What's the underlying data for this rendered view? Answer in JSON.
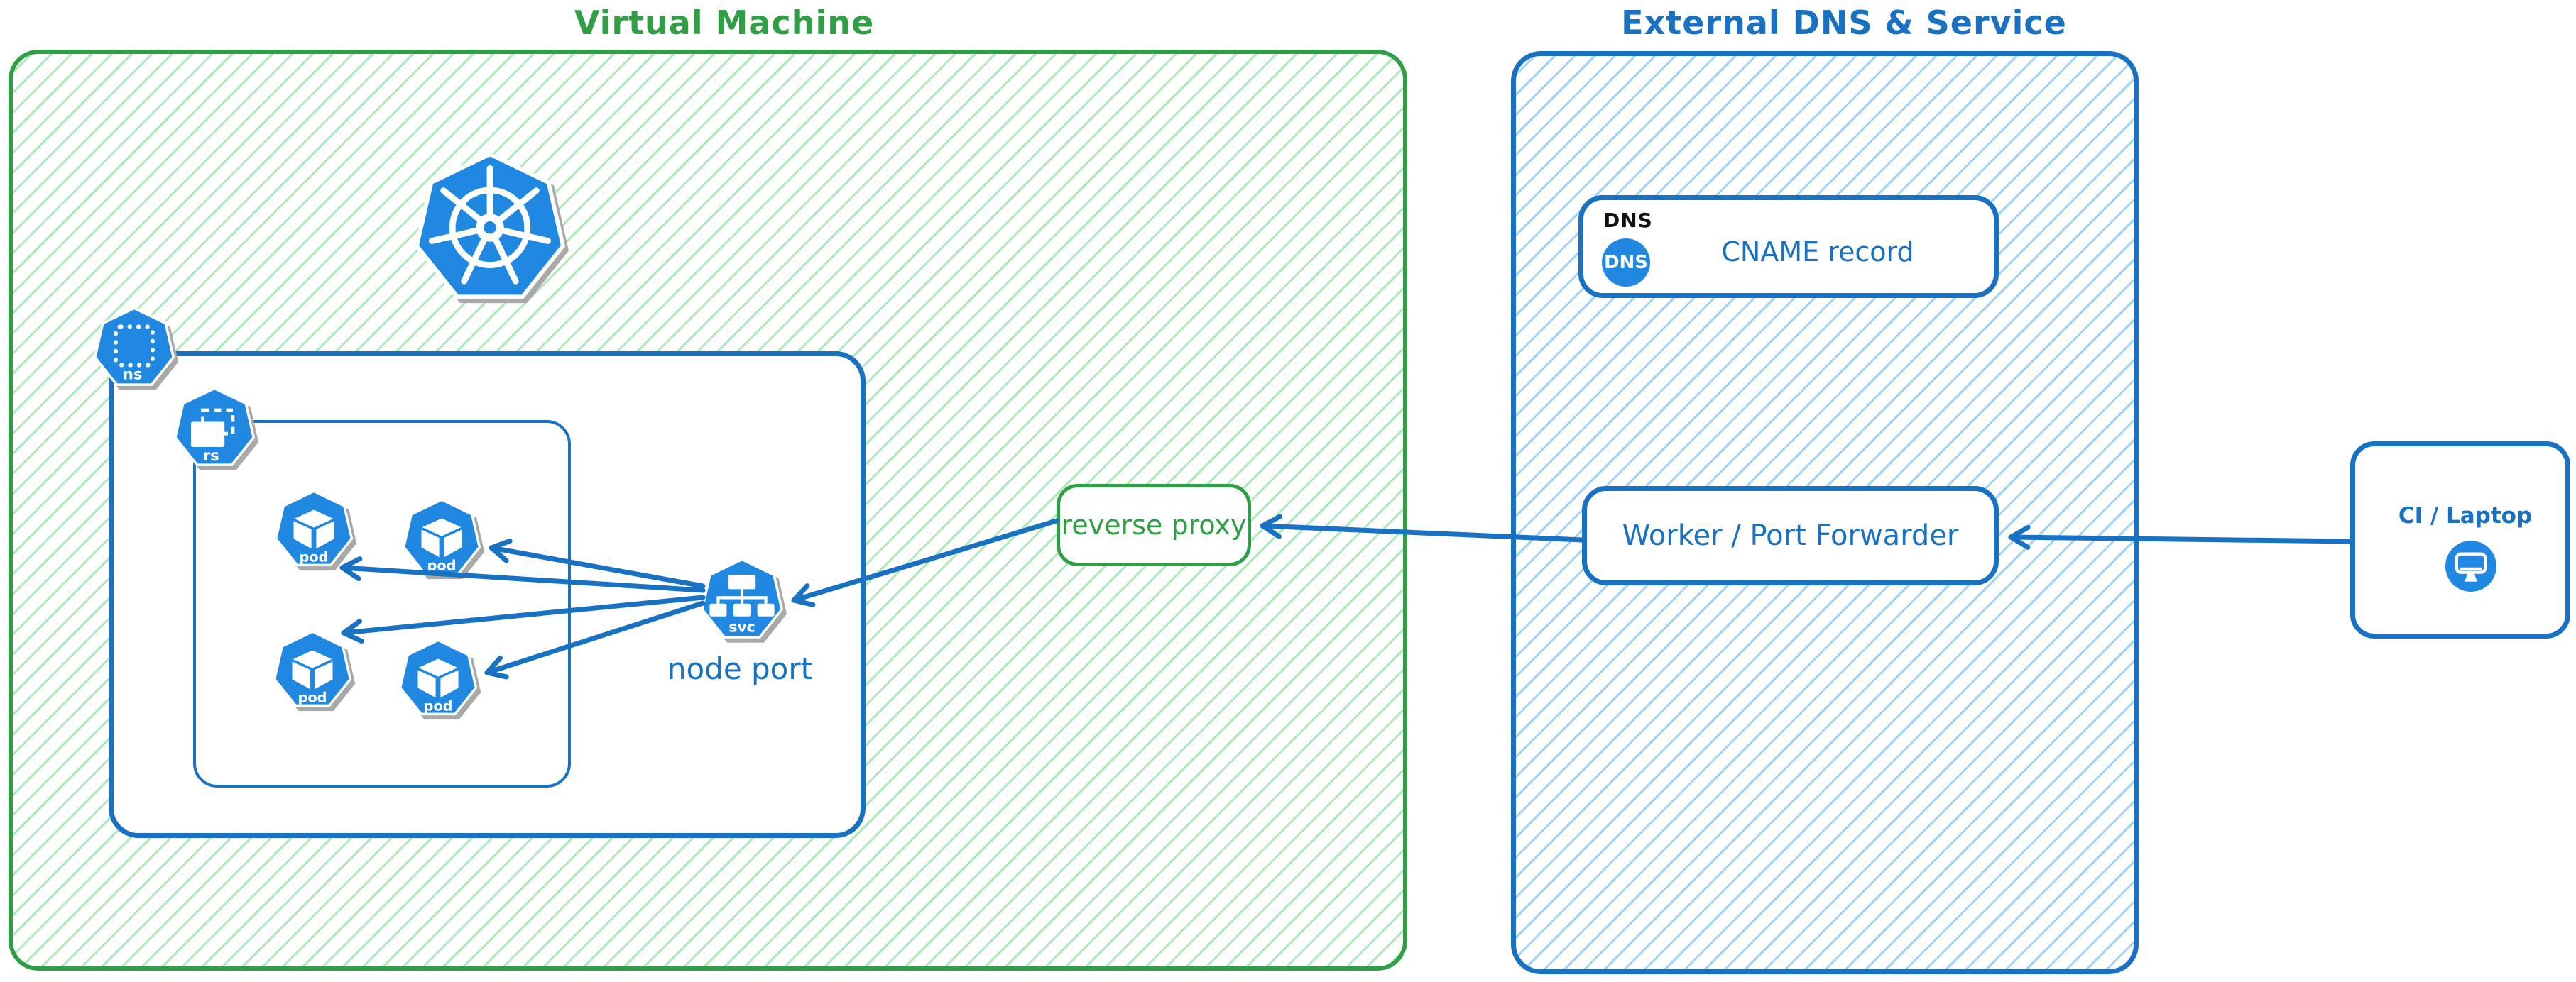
{
  "zones": {
    "virtual_machine": {
      "title": "Virtual Machine"
    },
    "external_dns": {
      "title": "External DNS & Service"
    }
  },
  "cluster": {
    "namespace_badge": "ns",
    "replicaset_badge": "rs",
    "service_badge": "svc",
    "service_label": "node port",
    "pods": [
      {
        "label": "pod"
      },
      {
        "label": "pod"
      },
      {
        "label": "pod"
      },
      {
        "label": "pod"
      }
    ]
  },
  "nodes": {
    "reverse_proxy": {
      "label": "reverse proxy"
    },
    "dns": {
      "group_label": "DNS",
      "icon_text": "DNS",
      "label": "CNAME record"
    },
    "worker": {
      "label": "Worker / Port Forwarder"
    },
    "client": {
      "label": "CI / Laptop"
    }
  },
  "connections": [
    {
      "from": "CI / Laptop",
      "to": "Worker / Port Forwarder"
    },
    {
      "from": "Worker / Port Forwarder",
      "to": "reverse proxy"
    },
    {
      "from": "reverse proxy",
      "to": "node port svc"
    },
    {
      "from": "node port svc",
      "to": "pod 1"
    },
    {
      "from": "node port svc",
      "to": "pod 2"
    },
    {
      "from": "node port svc",
      "to": "pod 3"
    },
    {
      "from": "node port svc",
      "to": "pod 4"
    }
  ],
  "colors": {
    "green_stroke": "#2f9e44",
    "green_hatch": "#abe9b8",
    "blue_stroke": "#1971c2",
    "blue_hatch": "#9fd2f8",
    "icon_blue": "#2088e0",
    "dns_label": "#111111"
  }
}
